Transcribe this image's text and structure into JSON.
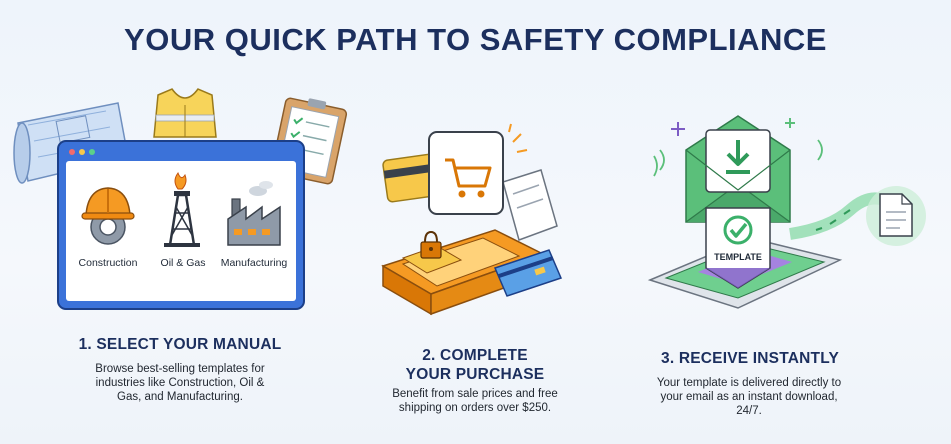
{
  "title": "YOUR QUICK PATH TO SAFETY COMPLIANCE",
  "steps": [
    {
      "title": "1. SELECT YOUR MANUAL",
      "description": "Browse best-selling templates for industries like Construction, Oil & Gas, and Manufacturing.",
      "industries": [
        "Construction",
        "Oil & Gas",
        "Manufacturing"
      ]
    },
    {
      "title_line1": "2. COMPLETE",
      "title_line2": "YOUR PURCHASE",
      "description": "Benefit from sale prices and free shipping on orders over $250."
    },
    {
      "title": "3. RECEIVE INSTANTLY",
      "description": "Your template is delivered directly to your email as an instant download, 24/7.",
      "badge": "TEMPLATE"
    }
  ],
  "icons": [
    "blueprint-icon",
    "safety-vest-icon",
    "clipboard-icon",
    "hard-hat-gear-icon",
    "oil-derrick-icon",
    "factory-icon",
    "shopping-cart-icon",
    "receipt-icon",
    "credit-card-icon",
    "padlock-icon",
    "envelope-icon",
    "download-icon",
    "checkmark-icon",
    "document-icon",
    "tablet-icon"
  ],
  "colors": {
    "title": "#1c2f5e",
    "screen_blue": "#3b72d9",
    "orange": "#f59a23",
    "green": "#5bbf7a",
    "purple": "#7c5cc4"
  }
}
